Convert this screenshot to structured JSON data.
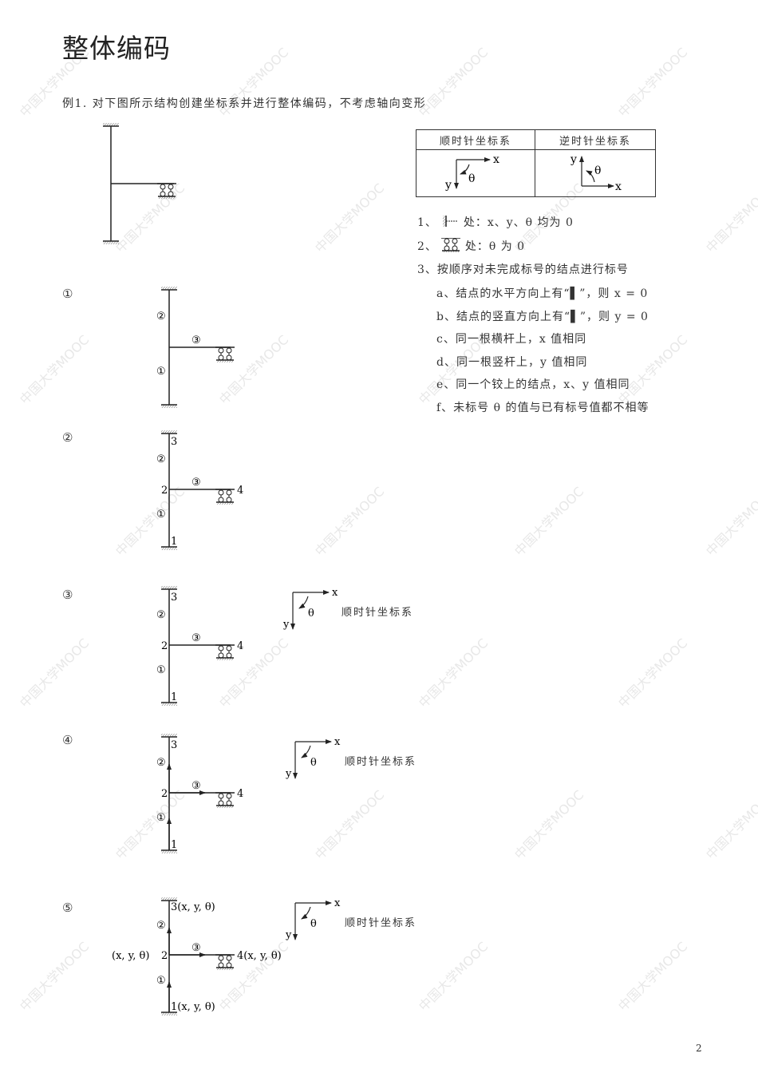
{
  "page": {
    "title": "整体编码",
    "example": "例1. 对下图所示结构创建坐标系并进行整体编码，不考虑轴向变形",
    "watermark": "中国大学MOOC",
    "page_number": "2"
  },
  "coord_table": {
    "headers": [
      "顺时针坐标系",
      "逆时针坐标系"
    ],
    "clockwise": {
      "x": "x",
      "y": "y",
      "theta": "θ"
    },
    "counterclockwise": {
      "x": "x",
      "y": "y",
      "theta": "θ"
    }
  },
  "rules": {
    "r1": "1、",
    "r1_text": "处：x、y、θ 均为 0",
    "r2": "2、",
    "r2_text": "处：θ 为 0",
    "r3": "3、按顺序对未完成标号的结点进行标号",
    "a": "a、结点的水平方向上有“▌”，则 x = 0",
    "b": "b、结点的竖直方向上有“▌”，则 y = 0",
    "c": "c、同一根横杆上，x 值相同",
    "d": "d、同一根竖杆上，y 值相同",
    "e": "e、同一个铰上的结点，x、y 值相同",
    "f": "f、未标号 θ 的值与已有标号值都不相等"
  },
  "steps": [
    {
      "label": "①"
    },
    {
      "label": "②"
    },
    {
      "label": "③",
      "cs_label": "顺时针坐标系"
    },
    {
      "label": "④",
      "cs_label": "顺时针坐标系"
    },
    {
      "label": "⑤",
      "cs_label": "顺时针坐标系"
    }
  ],
  "elements": {
    "e1": "①",
    "e2": "②",
    "e3": "③"
  },
  "nodes": {
    "n1": "1",
    "n2": "2",
    "n3": "3",
    "n4": "4"
  },
  "dof": "(x, y, θ)",
  "axes": {
    "x": "x",
    "y": "y",
    "theta": "θ"
  }
}
